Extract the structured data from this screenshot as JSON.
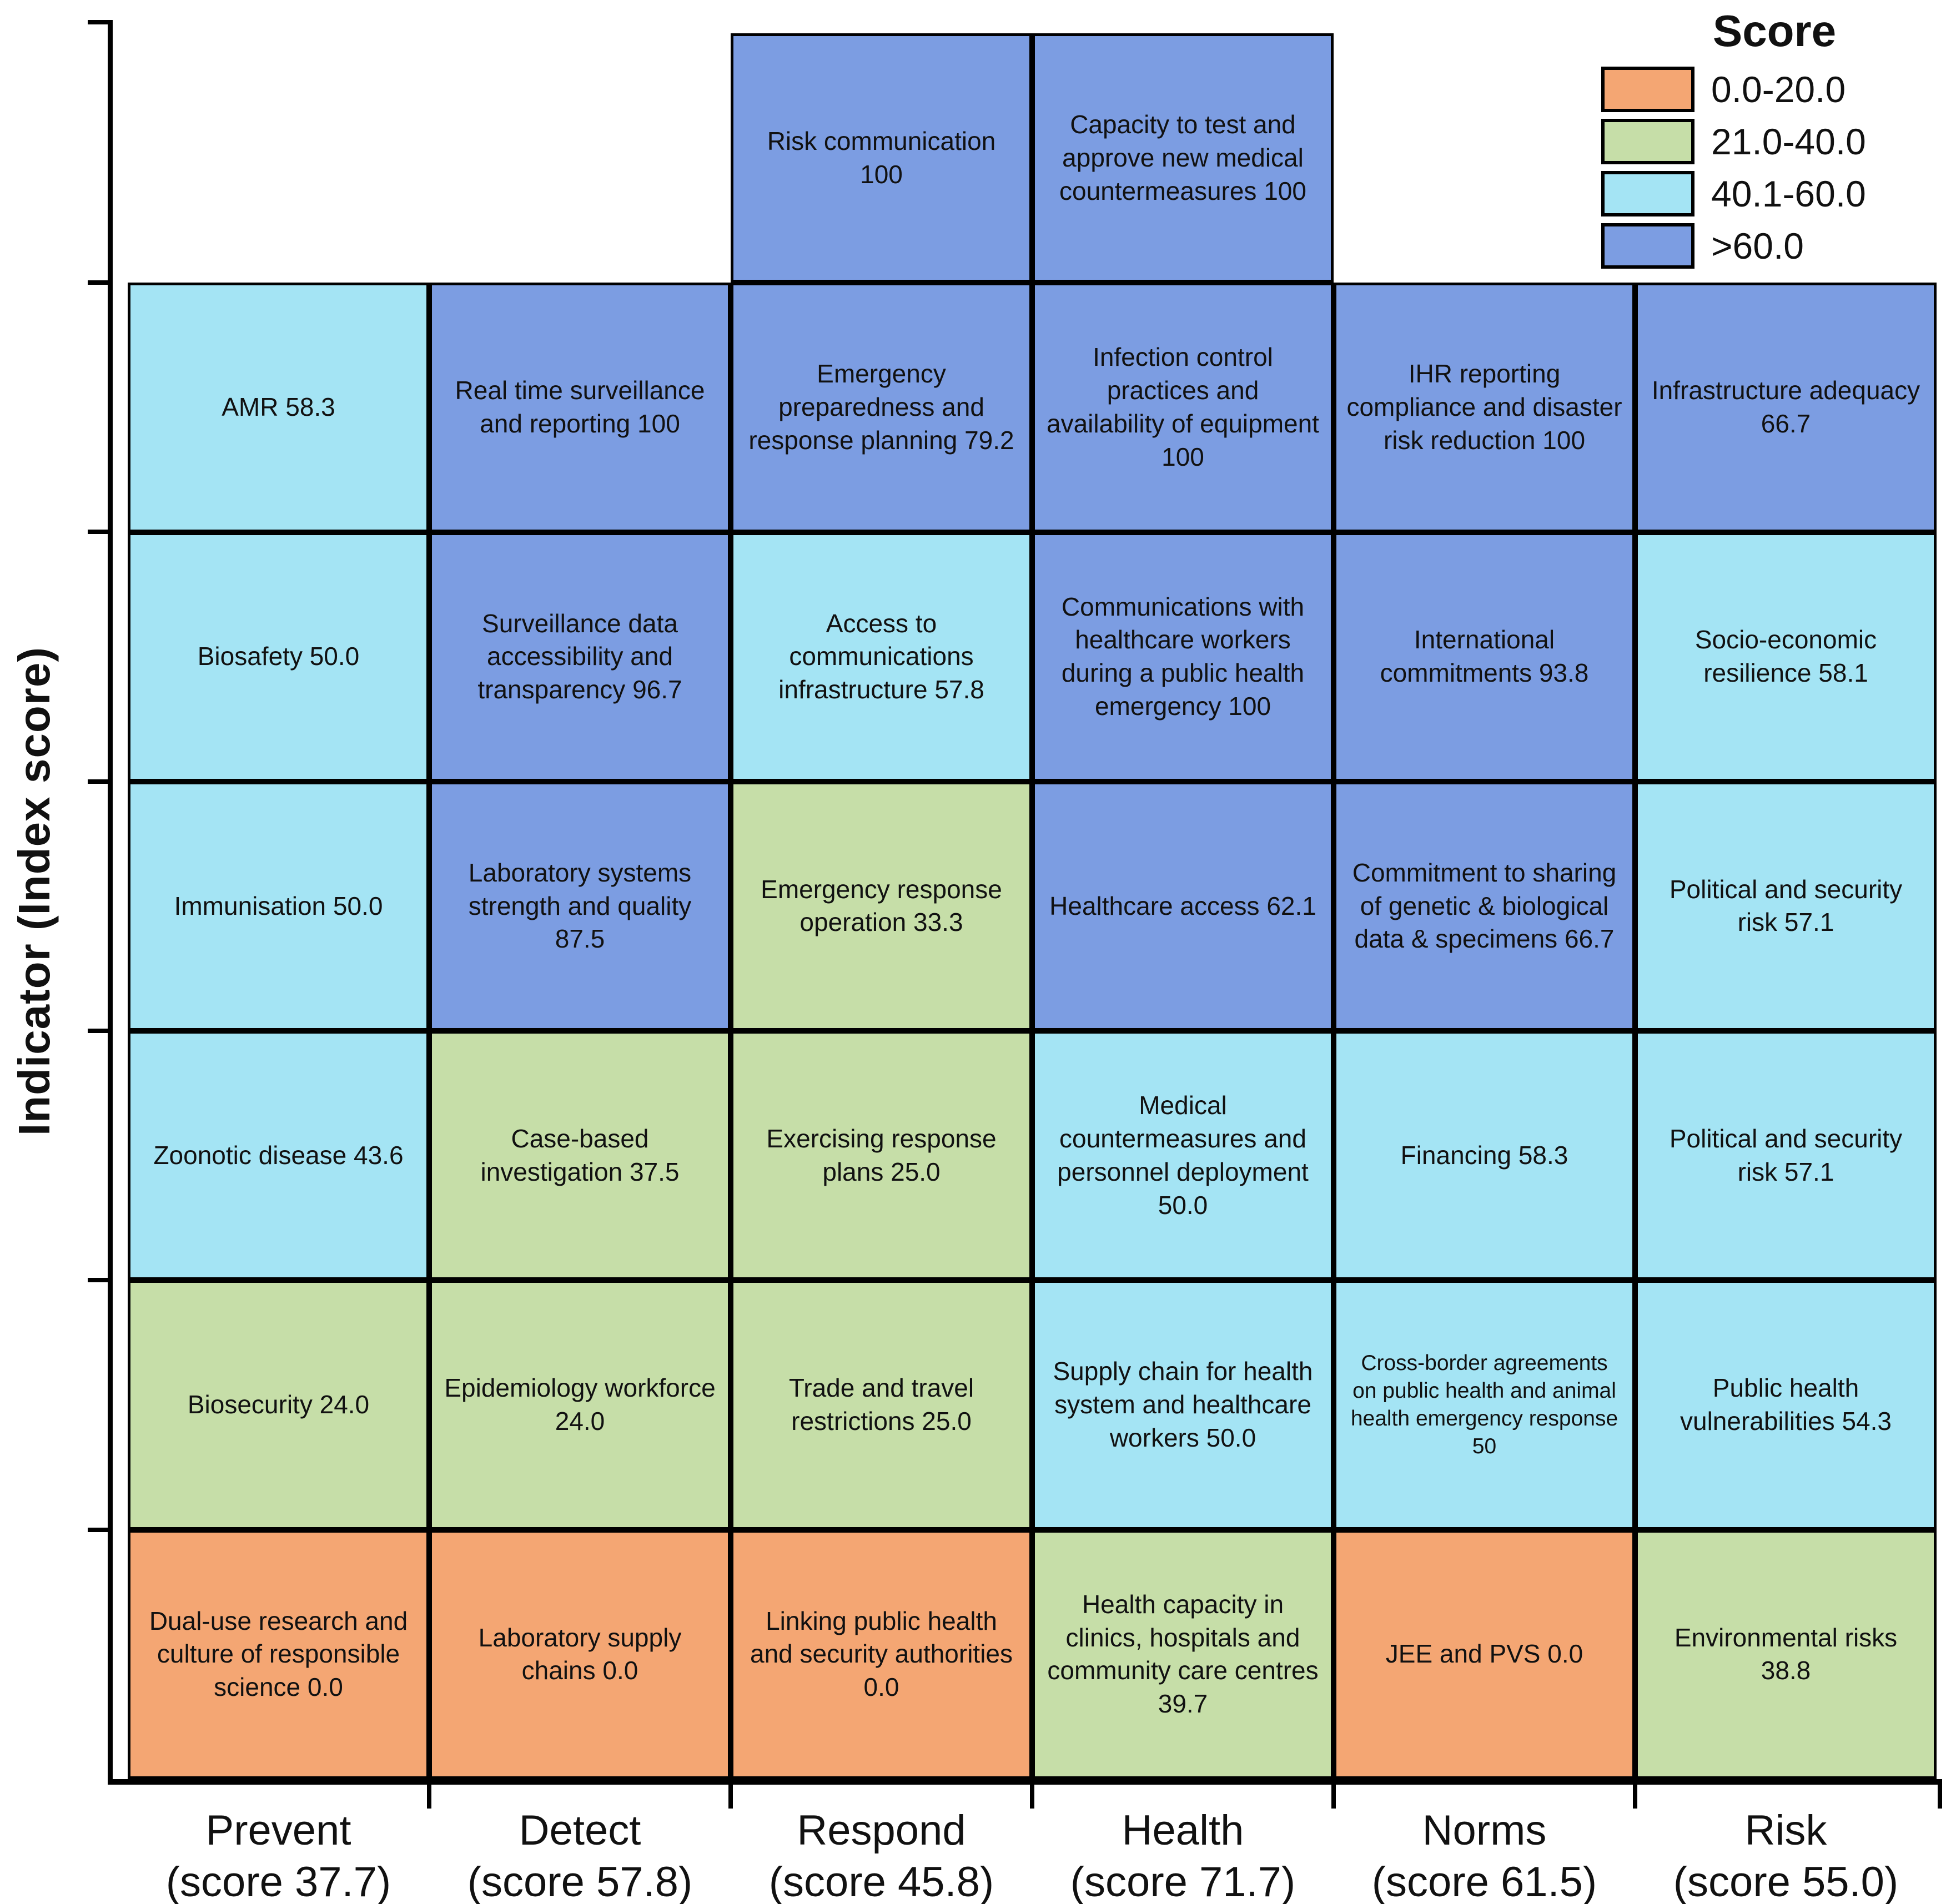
{
  "chart_data": {
    "type": "heatmap",
    "ylabel": "Indicator (Index score)",
    "xlabel": "",
    "grid": "off",
    "legend_position": "top-right",
    "colors": {
      "0.0-20.0": "#F4A673",
      "21.0-40.0": "#C6DEA8",
      "40.1-60.0": "#A4E4F4",
      ">60.0": "#7C9DE2"
    },
    "legend": {
      "title": "Score",
      "entries": [
        {
          "label": "0.0-20.0",
          "color": "#F4A673"
        },
        {
          "label": "21.0-40.0",
          "color": "#C6DEA8"
        },
        {
          "label": "40.1-60.0",
          "color": "#A4E4F4"
        },
        {
          "label": ">60.0",
          "color": "#7C9DE2"
        }
      ]
    },
    "columns": [
      {
        "category": "Prevent",
        "score": 37.7,
        "score_label": "(score 37.7)",
        "cells": [
          null,
          {
            "label": "AMR 58.3",
            "value": 58.3,
            "band": "40.1-60.0"
          },
          {
            "label": "Biosafety 50.0",
            "value": 50.0,
            "band": "40.1-60.0"
          },
          {
            "label": "Immunisation 50.0",
            "value": 50.0,
            "band": "40.1-60.0"
          },
          {
            "label": "Zoonotic disease 43.6",
            "value": 43.6,
            "band": "40.1-60.0"
          },
          {
            "label": "Biosecurity 24.0",
            "value": 24.0,
            "band": "21.0-40.0"
          },
          {
            "label": "Dual-use research and culture of responsible science 0.0",
            "value": 0.0,
            "band": "0.0-20.0"
          }
        ]
      },
      {
        "category": "Detect",
        "score": 57.8,
        "score_label": "(score 57.8)",
        "cells": [
          null,
          {
            "label": "Real time surveillance and reporting 100",
            "value": 100,
            "band": ">60.0"
          },
          {
            "label": "Surveillance data accessibility and transparency 96.7",
            "value": 96.7,
            "band": ">60.0"
          },
          {
            "label": "Laboratory systems strength and quality 87.5",
            "value": 87.5,
            "band": ">60.0"
          },
          {
            "label": "Case-based investigation 37.5",
            "value": 37.5,
            "band": "21.0-40.0"
          },
          {
            "label": "Epidemiology workforce 24.0",
            "value": 24.0,
            "band": "21.0-40.0"
          },
          {
            "label": "Laboratory supply chains 0.0",
            "value": 0.0,
            "band": "0.0-20.0"
          }
        ]
      },
      {
        "category": "Respond",
        "score": 45.8,
        "score_label": "(score 45.8)",
        "cells": [
          {
            "label": "Risk communication 100",
            "value": 100,
            "band": ">60.0"
          },
          {
            "label": "Emergency preparedness and response planning 79.2",
            "value": 79.2,
            "band": ">60.0"
          },
          {
            "label": "Access to communications infrastructure 57.8",
            "value": 57.8,
            "band": "40.1-60.0"
          },
          {
            "label": "Emergency response operation 33.3",
            "value": 33.3,
            "band": "21.0-40.0"
          },
          {
            "label": "Exercising response plans 25.0",
            "value": 25.0,
            "band": "21.0-40.0"
          },
          {
            "label": "Trade and travel restrictions 25.0",
            "value": 25.0,
            "band": "21.0-40.0"
          },
          {
            "label": "Linking public health and security authorities 0.0",
            "value": 0.0,
            "band": "0.0-20.0"
          }
        ]
      },
      {
        "category": "Health",
        "score": 71.7,
        "score_label": "(score 71.7)",
        "cells": [
          {
            "label": "Capacity to test and approve new medical countermeasures 100",
            "value": 100,
            "band": ">60.0"
          },
          {
            "label": "Infection control practices and availability of equipment 100",
            "value": 100,
            "band": ">60.0"
          },
          {
            "label": "Communications with healthcare workers during a public health emergency 100",
            "value": 100,
            "band": ">60.0"
          },
          {
            "label": "Healthcare access 62.1",
            "value": 62.1,
            "band": ">60.0"
          },
          {
            "label": "Medical countermeasures and personnel deployment 50.0",
            "value": 50.0,
            "band": "40.1-60.0"
          },
          {
            "label": "Supply chain for health system and healthcare workers 50.0",
            "value": 50.0,
            "band": "40.1-60.0"
          },
          {
            "label": "Health capacity in clinics, hospitals and community care centres 39.7",
            "value": 39.7,
            "band": "21.0-40.0"
          }
        ]
      },
      {
        "category": "Norms",
        "score": 61.5,
        "score_label": "(score 61.5)",
        "cells": [
          null,
          {
            "label": "IHR reporting compliance and disaster risk reduction 100",
            "value": 100,
            "band": ">60.0"
          },
          {
            "label": "International commitments 93.8",
            "value": 93.8,
            "band": ">60.0"
          },
          {
            "label": "Commitment to sharing of genetic & biological data & specimens 66.7",
            "value": 66.7,
            "band": ">60.0"
          },
          {
            "label": "Financing 58.3",
            "value": 58.3,
            "band": "40.1-60.0"
          },
          {
            "label": "Cross-border agreements on public health and animal health emergency response 50",
            "value": 50,
            "band": "40.1-60.0"
          },
          {
            "label": "JEE and PVS 0.0",
            "value": 0.0,
            "band": "0.0-20.0"
          }
        ]
      },
      {
        "category": "Risk",
        "score": 55.0,
        "score_label": "(score 55.0)",
        "cells": [
          null,
          {
            "label": "Infrastructure adequacy 66.7",
            "value": 66.7,
            "band": ">60.0"
          },
          {
            "label": "Socio-economic resilience 58.1",
            "value": 58.1,
            "band": "40.1-60.0"
          },
          {
            "label": "Political and security risk 57.1",
            "value": 57.1,
            "band": "40.1-60.0"
          },
          {
            "label": "Political and security risk 57.1",
            "value": 57.1,
            "band": "40.1-60.0"
          },
          {
            "label": "Public health vulnerabilities 54.3",
            "value": 54.3,
            "band": "40.1-60.0"
          },
          {
            "label": "Environmental risks 38.8",
            "value": 38.8,
            "band": "21.0-40.0"
          }
        ]
      }
    ]
  }
}
